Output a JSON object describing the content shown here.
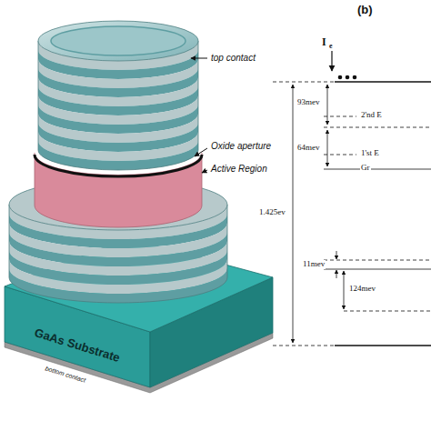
{
  "diagram": {
    "labels": [
      "top contact",
      "Oxide aperture",
      "Active Region",
      "GaAs Substrate",
      "bottom contact",
      "(b)",
      "I",
      "e",
      "93mev",
      "2'nd E",
      "64mev",
      "1'st E",
      "Gr",
      "1.425ev",
      "11mev",
      "124mev"
    ]
  }
}
